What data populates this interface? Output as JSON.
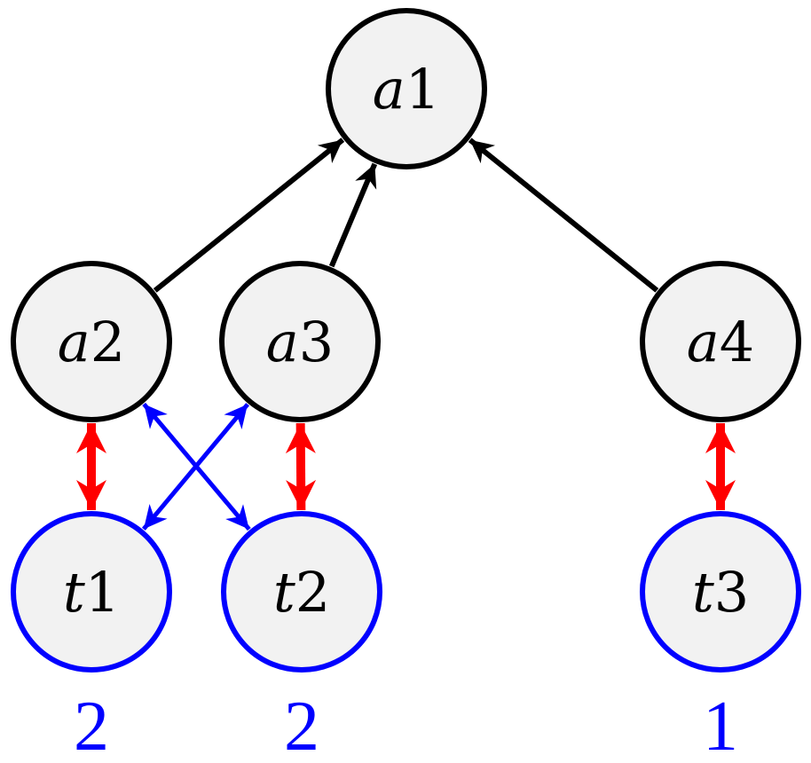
{
  "colors": {
    "agent_stroke": "#000000",
    "task_stroke": "#0000ff",
    "node_fill": "#f2f2f2",
    "hierarchy_edge": "#000000",
    "assignment_edge": "#ff0000",
    "cross_edge": "#0000ff",
    "count_text": "#0000ff"
  },
  "nodes": [
    {
      "id": "a1",
      "var": "a",
      "num": "1",
      "kind": "agent"
    },
    {
      "id": "a2",
      "var": "a",
      "num": "2",
      "kind": "agent"
    },
    {
      "id": "a3",
      "var": "a",
      "num": "3",
      "kind": "agent"
    },
    {
      "id": "a4",
      "var": "a",
      "num": "4",
      "kind": "agent"
    },
    {
      "id": "t1",
      "var": "t",
      "num": "1",
      "kind": "task",
      "count": "2"
    },
    {
      "id": "t2",
      "var": "t",
      "num": "2",
      "kind": "task",
      "count": "2"
    },
    {
      "id": "t3",
      "var": "t",
      "num": "3",
      "kind": "task",
      "count": "1"
    }
  ],
  "edges": [
    {
      "from": "a2",
      "to": "a1",
      "type": "hierarchy",
      "direction": "forward"
    },
    {
      "from": "a3",
      "to": "a1",
      "type": "hierarchy",
      "direction": "forward"
    },
    {
      "from": "a4",
      "to": "a1",
      "type": "hierarchy",
      "direction": "forward"
    },
    {
      "from": "a2",
      "to": "t1",
      "type": "assignment",
      "direction": "both"
    },
    {
      "from": "a3",
      "to": "t2",
      "type": "assignment",
      "direction": "both"
    },
    {
      "from": "a4",
      "to": "t3",
      "type": "assignment",
      "direction": "both"
    },
    {
      "from": "a2",
      "to": "t2",
      "type": "cross",
      "direction": "both"
    },
    {
      "from": "a3",
      "to": "t1",
      "type": "cross",
      "direction": "both"
    }
  ]
}
